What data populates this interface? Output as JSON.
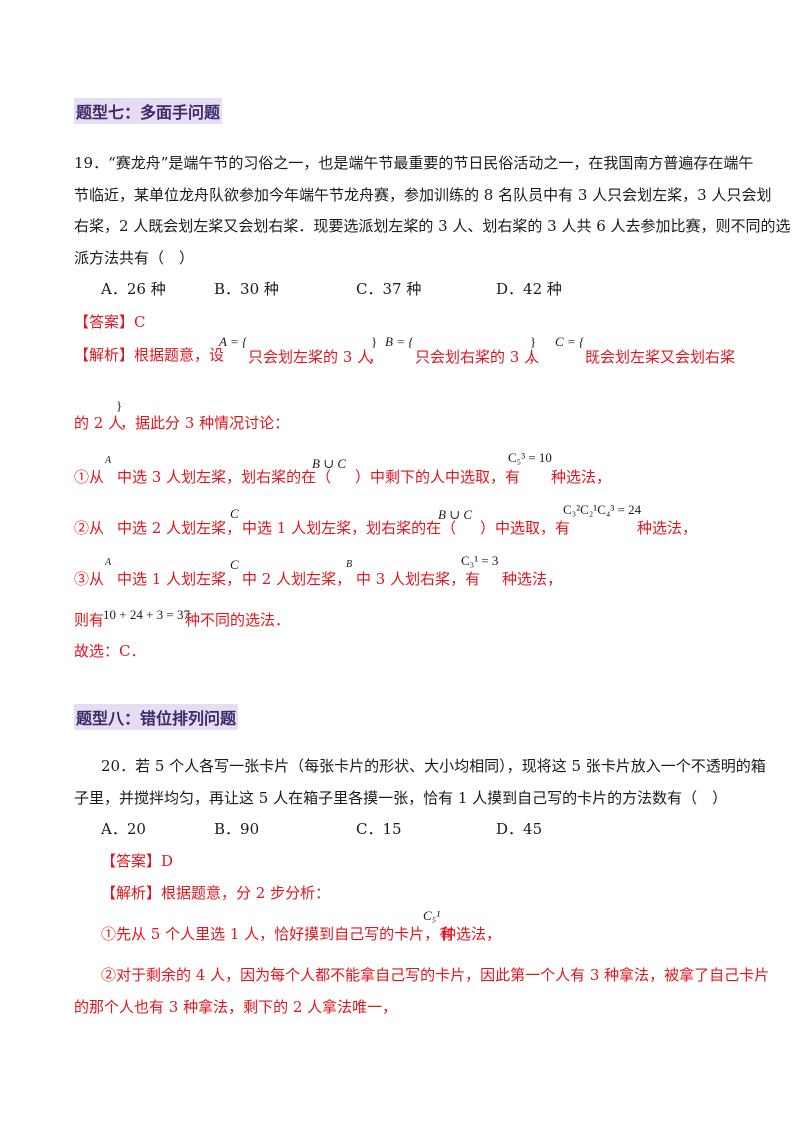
{
  "sections": {
    "s7": "题型七：多面手问题",
    "s8": "题型八：错位排列问题"
  },
  "q19": {
    "line1": "19．“赛龙舟”是端午节的习俗之一，也是端午节最重要的节日民俗活动之一，在我国南方普遍存在端午",
    "line2": "节临近，某单位龙舟队欲参加今年端午节龙舟赛，参加训练的 8 名队员中有 3 人只会划左桨，3 人只会划",
    "line3": "右桨，2 人既会划左桨又会划右桨．现要选派划左桨的 3 人、划右桨的 3 人共 6 人去参加比赛，则不同的选",
    "line4": "派方法共有（　）",
    "options": [
      "A．26 种",
      "B．30 种",
      "C．37 种",
      "D．42 种"
    ],
    "answer": "【答案】C",
    "expl": {
      "label": "【解析】根据题意，设",
      "setA": "A = {",
      "textA": "只会划左桨的 3 人",
      "close": "}",
      "comma": "，",
      "setB": "B = {",
      "textB": "只会划右桨的 3 人",
      "setC": "C = {",
      "textC": "既会划左桨又会划右桨",
      "line2a": "的 2 人",
      "line2b": "，据此分 3 种情况讨论：",
      "c1a": "①从",
      "c1A": "A",
      "c1b": "中选 3 人划左桨，划右桨的在（",
      "c1BC": "B ∪ C",
      "c1c": "）中剩下的人中选取，有",
      "c1f": "C₅³ = 10",
      "c1d": "种选法，",
      "c2a": "②从",
      "c2A": "A",
      "c2b": "中选 2 人划左桨，",
      "c2C": "C",
      "c2c": "中选 1 人划左桨，划右桨的在（",
      "c2BC": "B ∪ C",
      "c2d": "）中选取，有",
      "c2f": "C₃²C₂¹C₄³ = 24",
      "c2e": "种选法，",
      "c3a": "③从",
      "c3A": "A",
      "c3b": "中选 1 人划左桨，",
      "c3C": "C",
      "c3c": "中 2 人划左桨，",
      "c3B": "B",
      "c3d": "中 3 人划右桨，有",
      "c3f": "C₃¹ = 3",
      "c3e": "种选法，",
      "tot1": "则有",
      "totf": "10 + 24 + 3 = 37",
      "tot2": "种不同的选法．",
      "final": "故选：C．"
    }
  },
  "q20": {
    "line1": "20．若 5 个人各写一张卡片（每张卡片的形状、大小均相同），现将这 5 张卡片放入一个不透明的箱",
    "line2": "子里，并搅拌均匀，再让这 5 人在箱子里各摸一张，恰有 1 人摸到自己写的卡片的方法数有（　）",
    "options": [
      "A．20",
      "B．90",
      "C．15",
      "D．45"
    ],
    "answer": "【答案】D",
    "expl": {
      "label": "【解析】根据题意，分 2 步分析：",
      "s1a": "①先从 5 个人里选 1 人，恰好摸到自己写的卡片，有",
      "s1f": "C₅¹",
      "s1b": "种选法，",
      "s2a": "②对于剩余的 4 人，因为每个人都不能拿自己写的卡片，因此第一个人有 3 种拿法，被拿了自己卡片",
      "s2b": "的那个人也有 3 种拿法，剩下的 2 人拿法唯一，"
    }
  }
}
